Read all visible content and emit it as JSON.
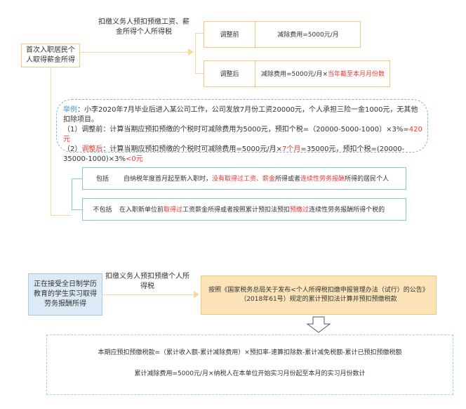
{
  "top": {
    "first_box": "首次入职居民个人取得薪金所得",
    "arrow_label": "扣缴义务人预扣预缴工资、薪金所得个人所得税",
    "before_label": "调整前",
    "before_value": "减除费用=5000元/月",
    "after_label": "调整后",
    "after_value_prefix": "减除费用=5000元/月×",
    "after_value_red": "当年截至本月月份数"
  },
  "example": {
    "label": "举例",
    "line1": "：小李2020年7月毕业后进入某公司工作，公司发放7月份工资20000元，个人承担三险一金1000元，无其他扣除项目。",
    "line2_prefix": "（1）调整前：计算当期应预扣预缴的个税时可减除费用为5000元，预扣个税=（20000-5000-1000）×3%=",
    "line2_red": "420元",
    "line3_prefix": "（2）",
    "line3_red1": "调整后",
    "line3_mid": "：计算当期应预扣预缴的个税时可减除费用=5000元/月×",
    "line3_red2": "7个月",
    "line3_mid2": "=35000元，预扣个税=(20000-35000-1000)×3%",
    "line3_red3": "<0元"
  },
  "include": {
    "label": "包括",
    "t1": "自纳税年度首月起至新入职时，",
    "r1": "没有取得过工资、薪金",
    "t2": "所得或者",
    "r2": "连续性劳务报酬",
    "t3": "所得的居民个人"
  },
  "exclude": {
    "label": "不包括",
    "t1": "在入职新单位前",
    "r1": "取得过",
    "t2": "工资薪金所得或者按照累计预扣法预扣",
    "r2": "预缴过",
    "t3": "连续性劳务报酬所得个税的"
  },
  "bottom": {
    "student_box": "正在接受全日制学历教育的学生实习取得劳务报酬所得",
    "arrow_label": "扣缴义务人预扣预缴个人所得税",
    "rule_box": "按照《国家税务总局关于发布<个人所得税扣缴申报管理办法（试行）的公告》（2018年61号）规定的累计预扣法计算并预扣预缴税款",
    "formula1": "本期应预扣预缴税款=（累计收入额-累计减除费用）×预扣率-速算扣除数-累计减免税额-累计已预扣预缴税额",
    "formula2": "累计减除费用=5000元/月×纳税人在本单位开始实习月份起至本月的实习月份数计"
  },
  "colors": {
    "orange_border": "#f5c97b",
    "orange_fill": "#fce4b8",
    "teal_border": "#7fd0cb",
    "blue_fill": "#dbeaf6",
    "red": "#e53935",
    "blue_text": "#4a90d9"
  }
}
